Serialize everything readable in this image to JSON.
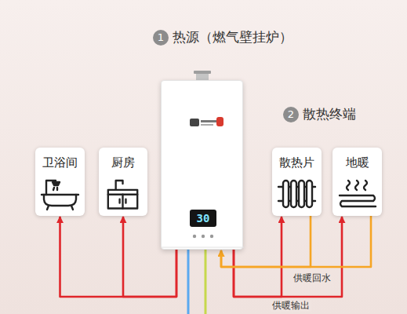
{
  "diagram": {
    "nodes": [
      {
        "text": [
          "30"
        ]
      },
      {
        "text": [
          "卫浴间"
        ]
      },
      {
        "text": [
          "厨房"
        ]
      },
      {
        "text": [
          "散热片"
        ]
      },
      {
        "text": [
          "地暖"
        ]
      }
    ],
    "edges": [
      {
        "from": 0,
        "to": 1,
        "arrow": "to"
      },
      {
        "from": 0,
        "to": 2,
        "arrow": "to"
      },
      {
        "from": 0,
        "to": 3,
        "arrow": "to"
      },
      {
        "from": 0,
        "to": 4,
        "arrow": "to"
      },
      {
        "from": 3,
        "to": 0,
        "arrow": "to"
      },
      {
        "from": 4,
        "to": 0,
        "arrow": "to"
      }
    ],
    "labels": [
      "1",
      "热源（燃气壁挂炉）",
      "2",
      "散热终端",
      "供暖回水",
      "供暖输出"
    ]
  }
}
